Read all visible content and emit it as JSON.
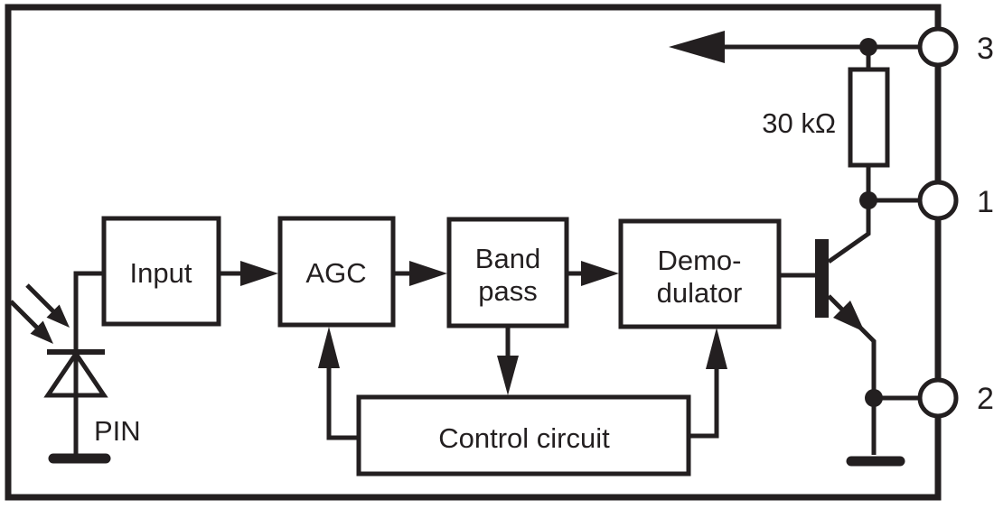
{
  "diagram": {
    "blocks": {
      "input": {
        "label": "Input"
      },
      "agc": {
        "label": "AGC"
      },
      "bandpass": {
        "line1": "Band",
        "line2": "pass"
      },
      "demodulator": {
        "line1": "Demo-",
        "line2": "dulator"
      },
      "control": {
        "label": "Control circuit"
      }
    },
    "components": {
      "resistor": {
        "label": "30 kΩ"
      },
      "photodiode": {
        "label": "PIN"
      }
    },
    "pins": {
      "top": {
        "number": "3"
      },
      "middle": {
        "number": "1"
      },
      "bottom": {
        "number": "2"
      }
    },
    "colors": {
      "line": "#231f20",
      "background": "#ffffff"
    }
  }
}
